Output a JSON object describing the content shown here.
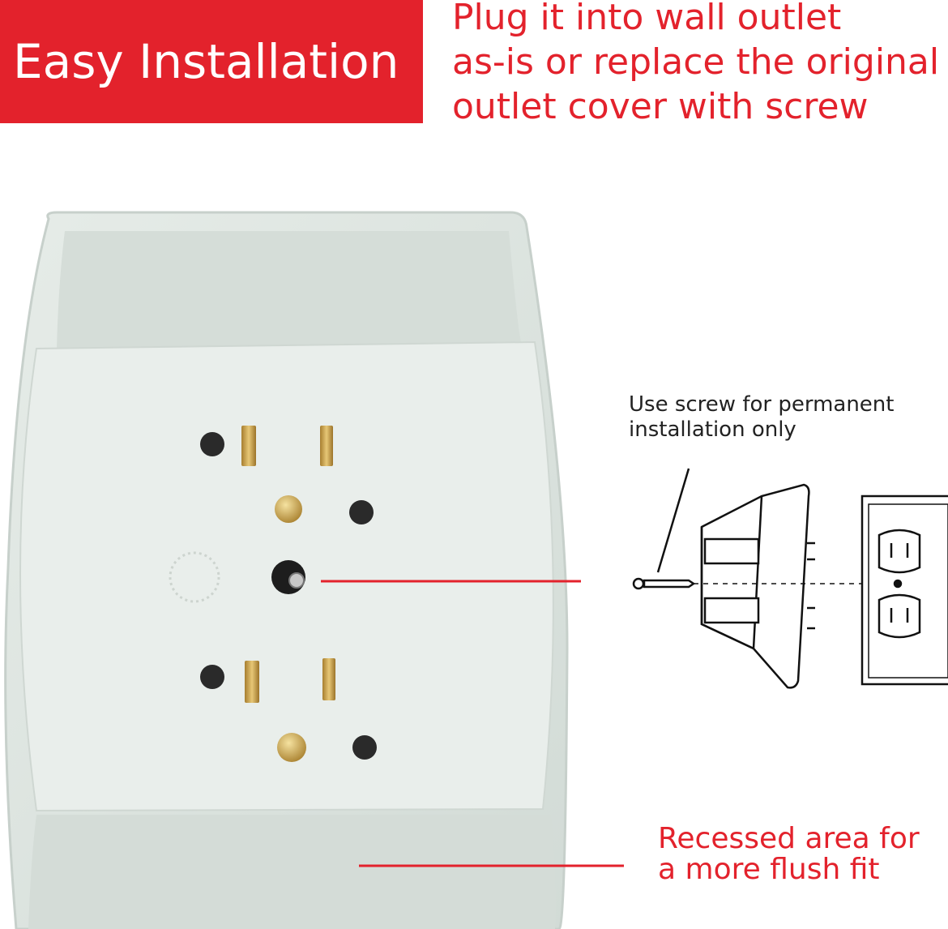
{
  "banner": {
    "title": "Easy Installation"
  },
  "headline": {
    "lines": [
      "Plug it into wall outlet",
      "as-is or replace the original",
      "outlet cover with screw"
    ]
  },
  "callouts": {
    "screw_note": [
      "Use screw for permanent",
      "installation only"
    ],
    "recessed_note": [
      "Recessed area for",
      "a more flush fit"
    ]
  },
  "colors": {
    "accent_red": "#e3222c",
    "device_body": "#dfe6e2",
    "device_plate": "#e8ede9",
    "brass": "#c9a24a"
  },
  "icons": {
    "screw": "screw-icon",
    "adapter": "wall-tap-adapter-icon",
    "outlet": "wall-outlet-icon"
  }
}
